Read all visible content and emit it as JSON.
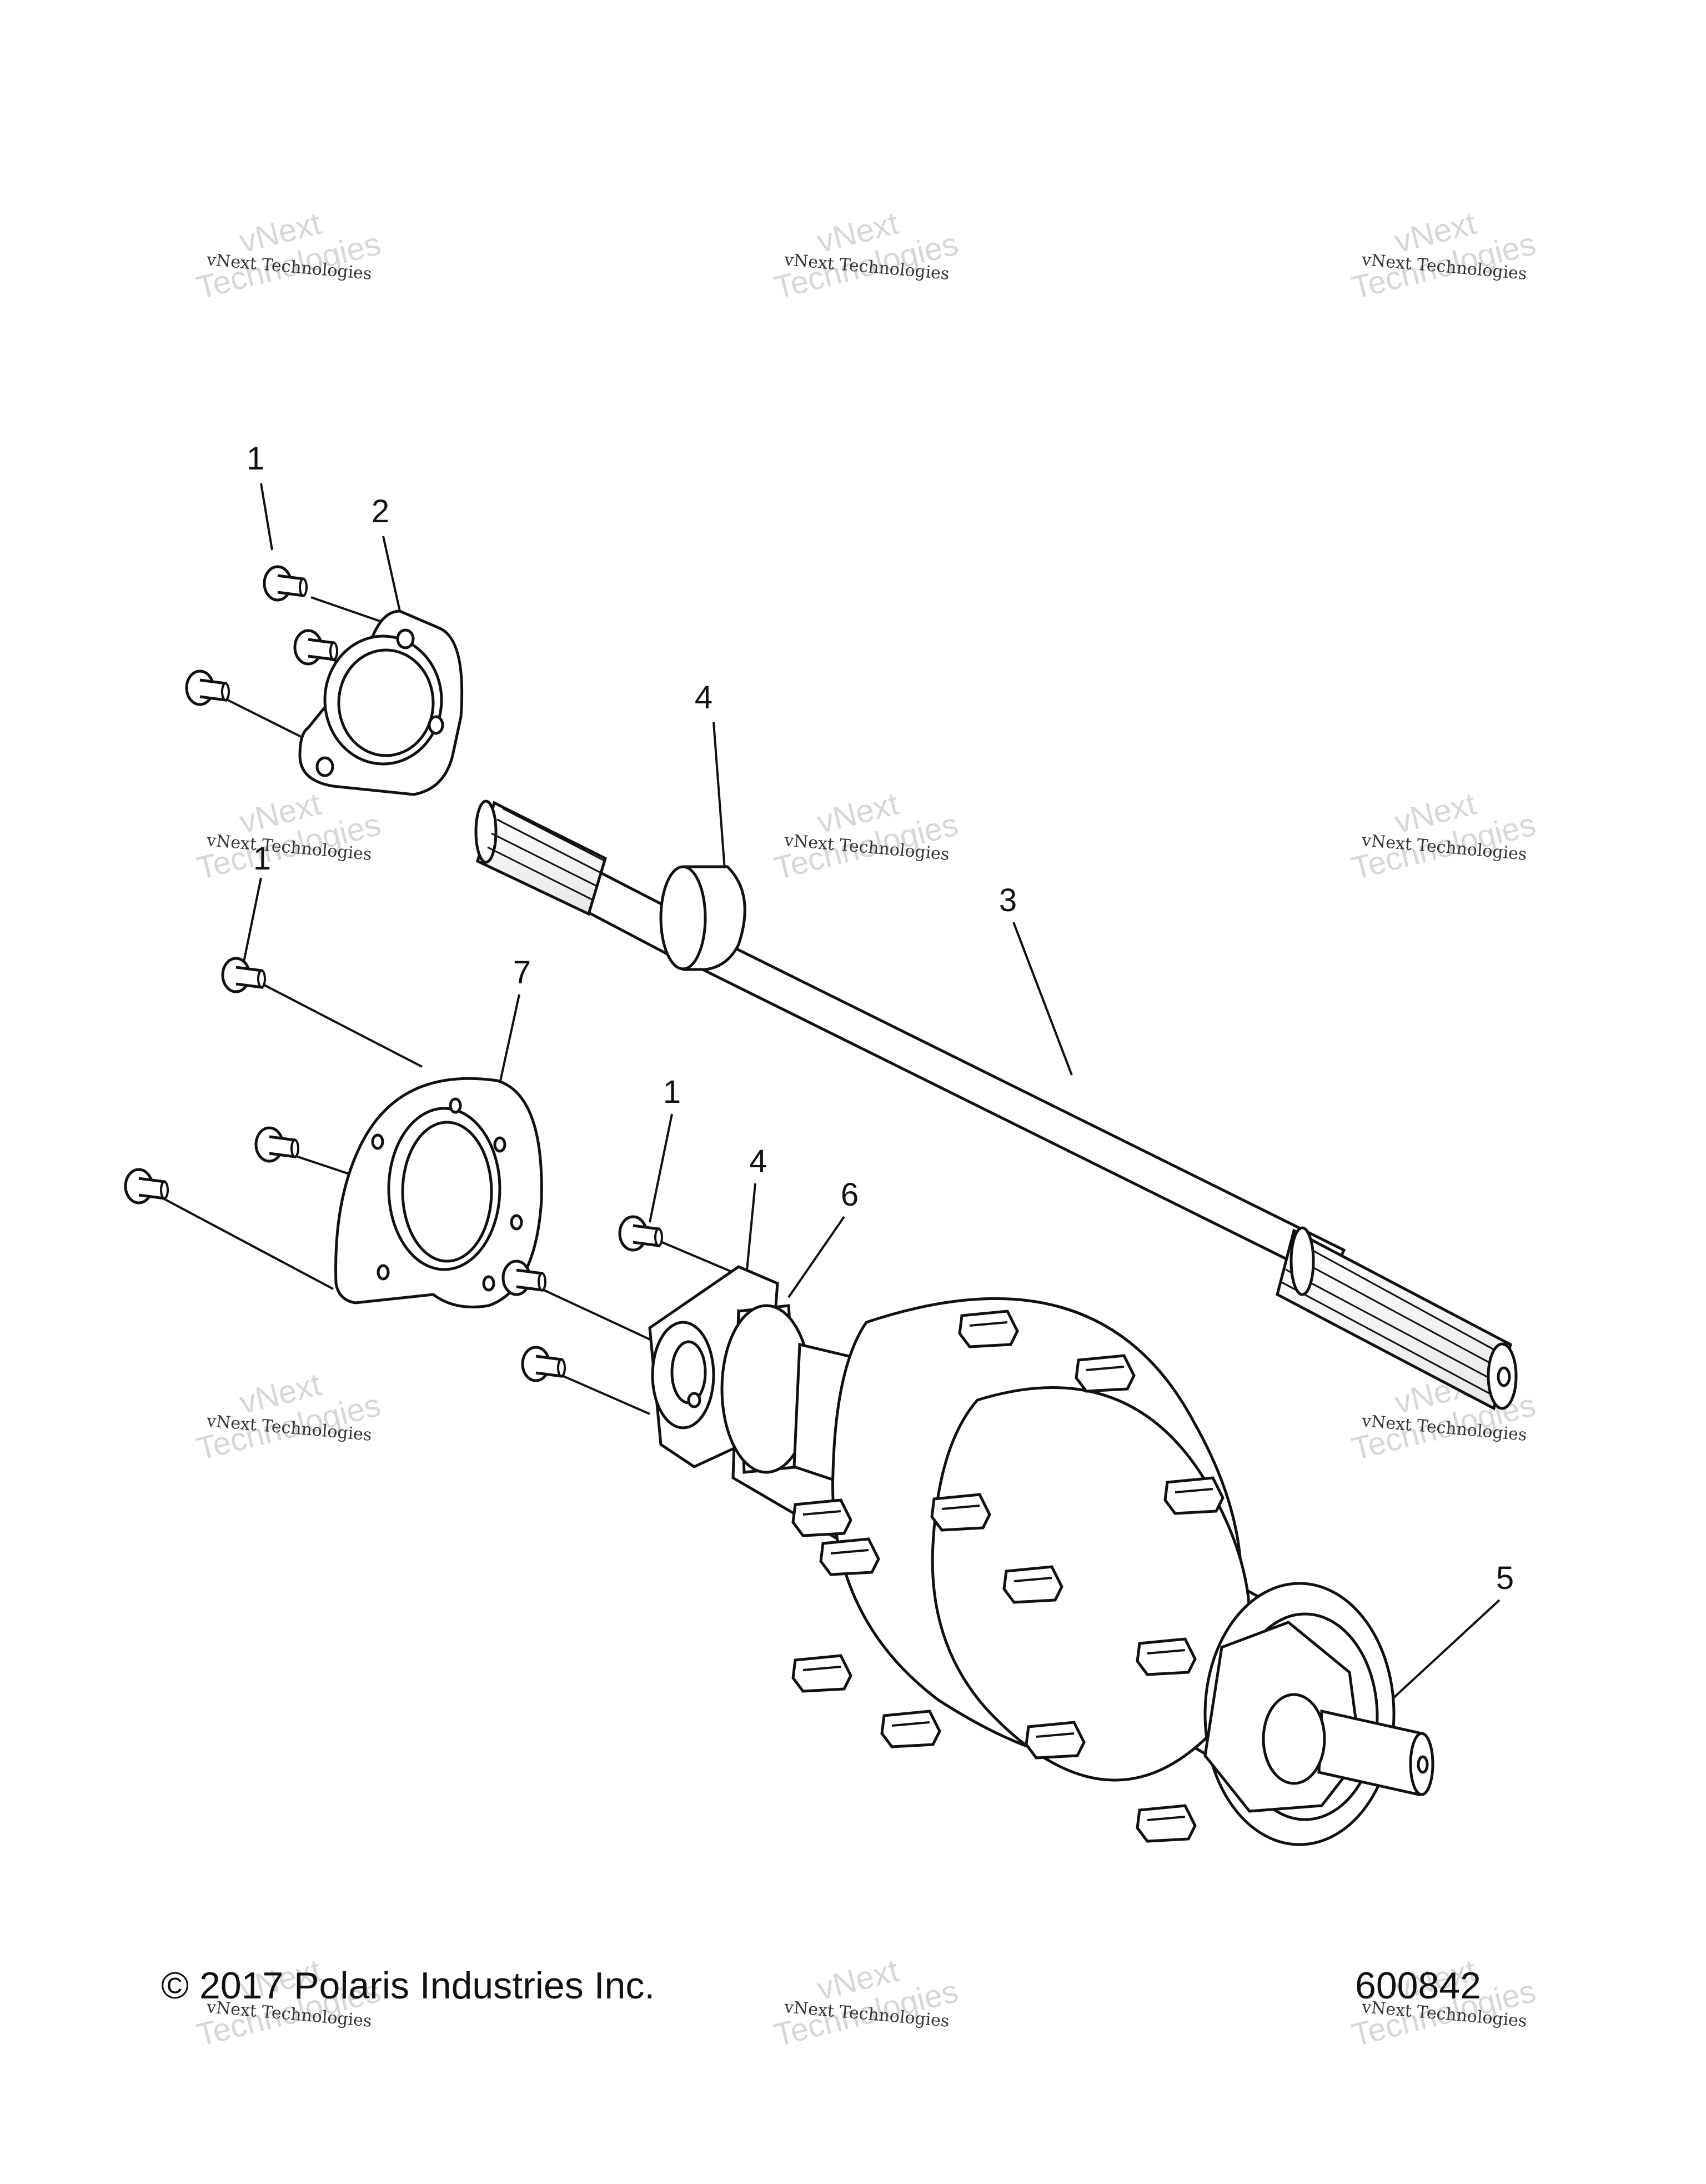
{
  "callouts": [
    "1",
    "2",
    "1",
    "4",
    "3",
    "7",
    "1",
    "4",
    "6",
    "5"
  ],
  "watermark": {
    "line1": "vNext",
    "line2": "Technologies",
    "small": "vNext Technologies"
  },
  "footer": {
    "copyright": "© 2017 Polaris Industries Inc.",
    "drawing_number": "600842"
  },
  "colors": {
    "line": "#111111",
    "watermark": "#d9d9d9",
    "background": "#ffffff"
  }
}
